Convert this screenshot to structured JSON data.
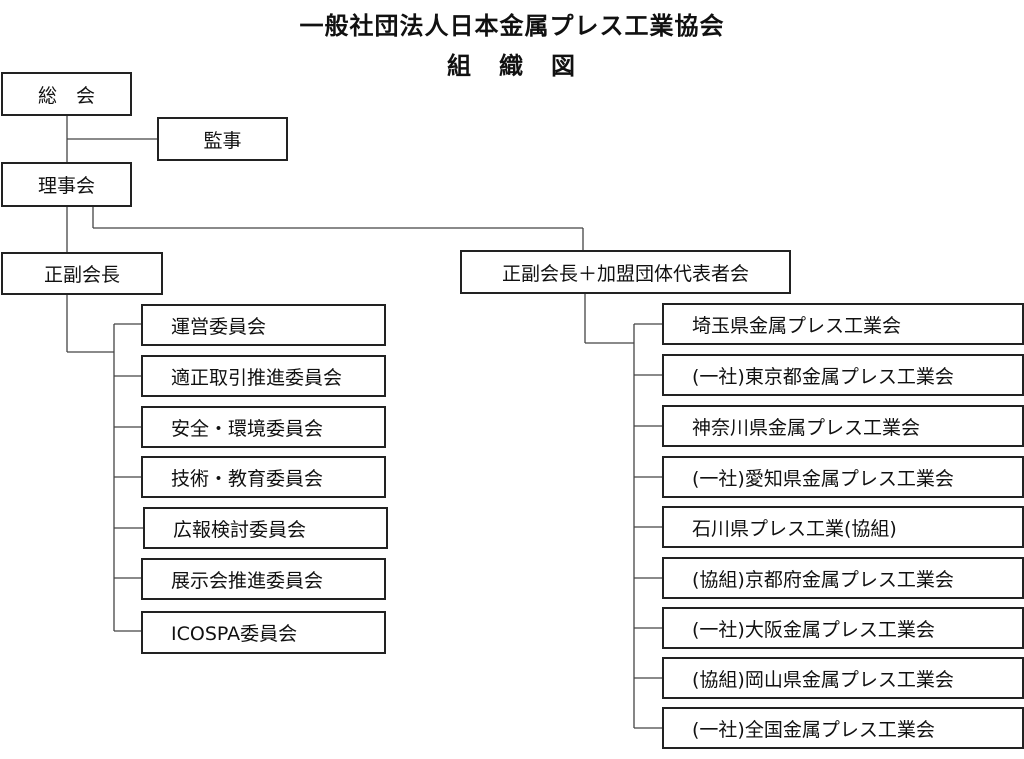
{
  "title": "一般社団法人日本金属プレス工業協会",
  "subtitle": "組　織　図",
  "nodes": {
    "general_assembly": "総　会",
    "auditor": "監事",
    "board": "理事会",
    "vice_chairs": "正副会長",
    "vice_chairs_members": "正副会長＋加盟団体代表者会"
  },
  "committees": [
    "運営委員会",
    "適正取引推進委員会",
    "安全・環境委員会",
    "技術・教育委員会",
    "広報検討委員会",
    "展示会推進委員会",
    "ICOSPA委員会"
  ],
  "member_associations": [
    "埼玉県金属プレス工業会",
    "(一社)東京都金属プレス工業会",
    "神奈川県金属プレス工業会",
    "(一社)愛知県金属プレス工業会",
    "石川県プレス工業(協組)",
    "(協組)京都府金属プレス工業会",
    "(一社)大阪金属プレス工業会",
    "(協組)岡山県金属プレス工業会",
    "(一社)全国金属プレス工業会"
  ]
}
